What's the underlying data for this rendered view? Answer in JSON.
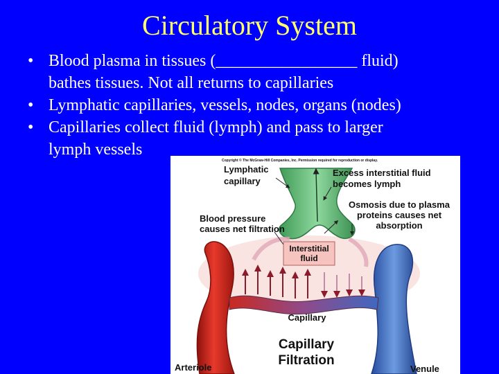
{
  "slide": {
    "title": "Circulatory System",
    "bullets": [
      {
        "bullet": "•",
        "lines": [
          "Blood plasma in tissues (_________________ fluid)",
          "bathes tissues. Not all returns to capillaries"
        ]
      },
      {
        "bullet": "•",
        "lines": [
          "Lymphatic capillaries, vessels, nodes, organs (nodes)"
        ]
      },
      {
        "bullet": "•",
        "lines": [
          "Capillaries collect fluid (lymph) and pass to larger",
          "lymph vessels"
        ]
      }
    ]
  },
  "figure": {
    "copyright": "Copyright © The McGraw-Hill Companies, Inc. Permission required for reproduction or display.",
    "labels": {
      "lymphatic_capillary": [
        "Lymphatic",
        "capillary"
      ],
      "excess_fluid": [
        "Excess interstitial fluid",
        "becomes lymph"
      ],
      "osmosis": [
        "Osmosis due to plasma",
        "proteins causes net",
        "absorption"
      ],
      "blood_pressure": [
        "Blood pressure",
        "causes net filtration"
      ],
      "interstitial_fluid": [
        "Interstitial",
        "fluid"
      ],
      "capillary": "Capillary",
      "caption": [
        "Capillary",
        "Filtration"
      ],
      "arteriole": "Arteriole",
      "venule": "Venule"
    },
    "colors": {
      "arteriole": "#d9241b",
      "venule": "#3c6fc6",
      "lymph": "#6cc17c",
      "interstitial": "#f7c8c4",
      "arrow": "#8b1a2b"
    }
  }
}
